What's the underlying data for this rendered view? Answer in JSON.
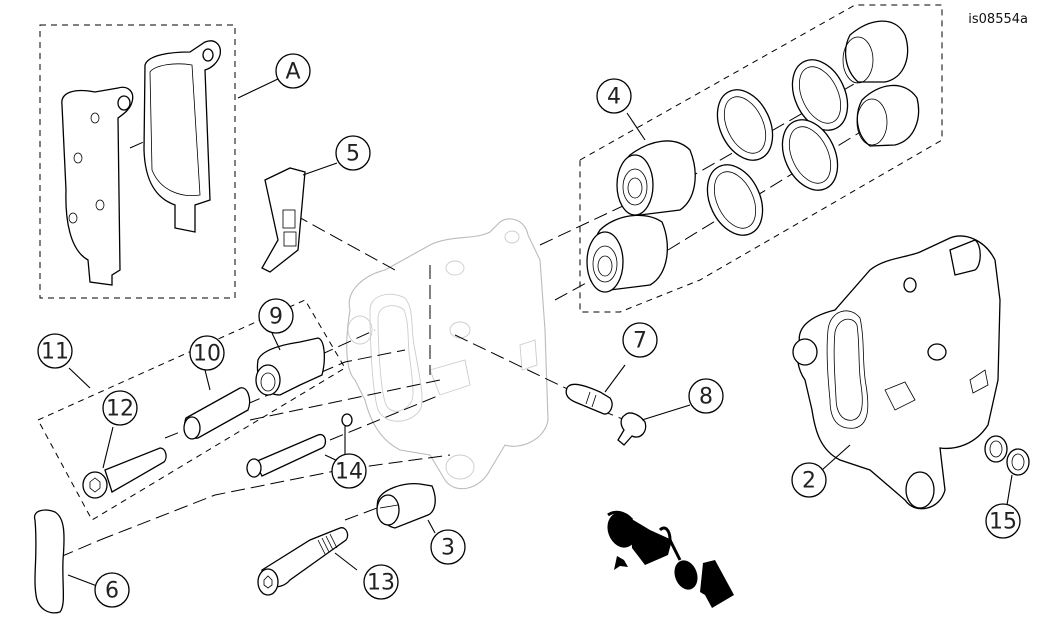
{
  "figure_id": "is08554a",
  "callouts": [
    {
      "label": "A",
      "part": "brake-pad-set"
    },
    {
      "label": "2",
      "part": "caliper-body"
    },
    {
      "label": "3",
      "part": "bushing"
    },
    {
      "label": "4",
      "part": "piston-seal-kit"
    },
    {
      "label": "5",
      "part": "pad-spring-clip"
    },
    {
      "label": "6",
      "part": "caliper-seal"
    },
    {
      "label": "7",
      "part": "bleeder-valve"
    },
    {
      "label": "8",
      "part": "bleeder-cap"
    },
    {
      "label": "9",
      "part": "mounting-boot"
    },
    {
      "label": "10",
      "part": "sleeve"
    },
    {
      "label": "11",
      "part": "mounting-kit"
    },
    {
      "label": "12",
      "part": "mounting-bolt"
    },
    {
      "label": "13",
      "part": "pad-pin"
    },
    {
      "label": "14",
      "part": "pad-pin-and-washer"
    },
    {
      "label": "15",
      "part": "sealing-washers"
    }
  ],
  "direction_symbol": "motorcycle-forward-direction-icon"
}
